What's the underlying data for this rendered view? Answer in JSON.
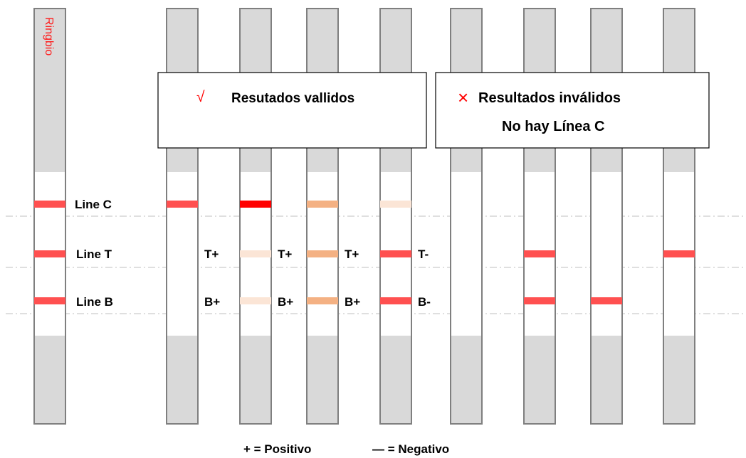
{
  "brand": {
    "text": "Ringbio",
    "color": "#ff1a1a"
  },
  "colors": {
    "strip_gray": "#d9d9d9",
    "strip_border": "#7f7f7f",
    "line_red": "#ff5050",
    "line_red_strong": "#ff0000",
    "line_orange": "#f4b183",
    "line_light": "#fbe5d6",
    "mark_red": "#ff0000"
  },
  "reference_labels": {
    "line_c": "Line C",
    "line_t": "Line T",
    "line_b": "Line B"
  },
  "valid_box": {
    "check_icon": "√",
    "title": "Resutados vallidos"
  },
  "invalid_box": {
    "cross_icon": "×",
    "title": "Resultados inválidos",
    "subtitle": "No hay Línea C"
  },
  "valid_strips": [
    {
      "t_label": "T+",
      "b_label": "B+",
      "c": "line_red",
      "t": null,
      "b": null
    },
    {
      "t_label": "T+",
      "b_label": "B+",
      "c": "line_red_strong",
      "t": "line_light",
      "b": "line_light"
    },
    {
      "t_label": "T+",
      "b_label": "B+",
      "c": "line_orange",
      "t": "line_orange",
      "b": "line_orange"
    },
    {
      "t_label": "T-",
      "b_label": "B-",
      "c": "line_light",
      "t": "line_red",
      "b": "line_red"
    }
  ],
  "invalid_strips": [
    {
      "c": null,
      "t": null,
      "b": null
    },
    {
      "c": null,
      "t": "line_red",
      "b": "line_red"
    },
    {
      "c": null,
      "t": null,
      "b": "line_red"
    },
    {
      "c": null,
      "t": "line_red",
      "b": null
    }
  ],
  "legend": {
    "positive": "+ = Positivo",
    "negative": "— = Negativo"
  }
}
